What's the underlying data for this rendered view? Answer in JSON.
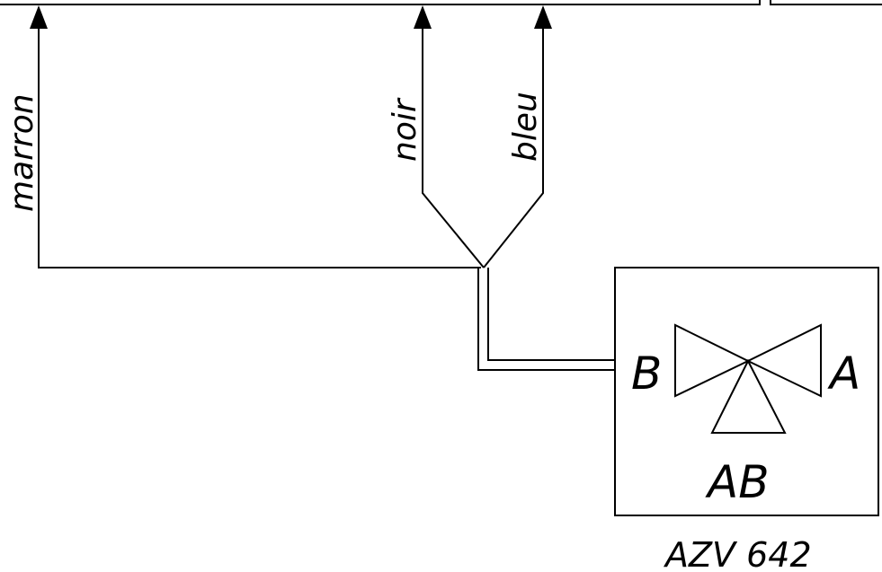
{
  "wires": {
    "brown": {
      "label": "marron"
    },
    "black": {
      "label": "noir"
    },
    "blue": {
      "label": "bleu"
    }
  },
  "valve": {
    "port_a": "A",
    "port_b": "B",
    "port_ab": "AB",
    "model": "AZV 642"
  }
}
